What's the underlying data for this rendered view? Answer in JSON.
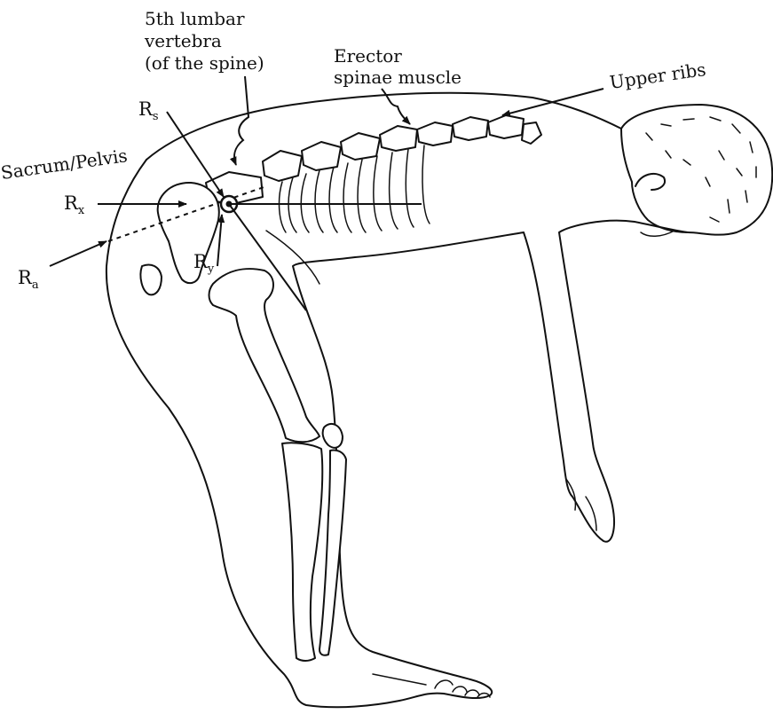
{
  "labels": {
    "lumbar_line1": "5th lumbar",
    "lumbar_line2": "vertebra",
    "lumbar_line3": "(of the spine)",
    "erector_line1": "Erector",
    "erector_line2": "spinae muscle",
    "upper_ribs": "Upper ribs",
    "sacrum_pelvis": "Sacrum/Pelvis"
  },
  "forces": {
    "rs": {
      "base": "R",
      "sub": "s"
    },
    "rx": {
      "base": "R",
      "sub": "x"
    },
    "ry": {
      "base": "R",
      "sub": "y"
    },
    "ra": {
      "base": "R",
      "sub": "a"
    }
  }
}
